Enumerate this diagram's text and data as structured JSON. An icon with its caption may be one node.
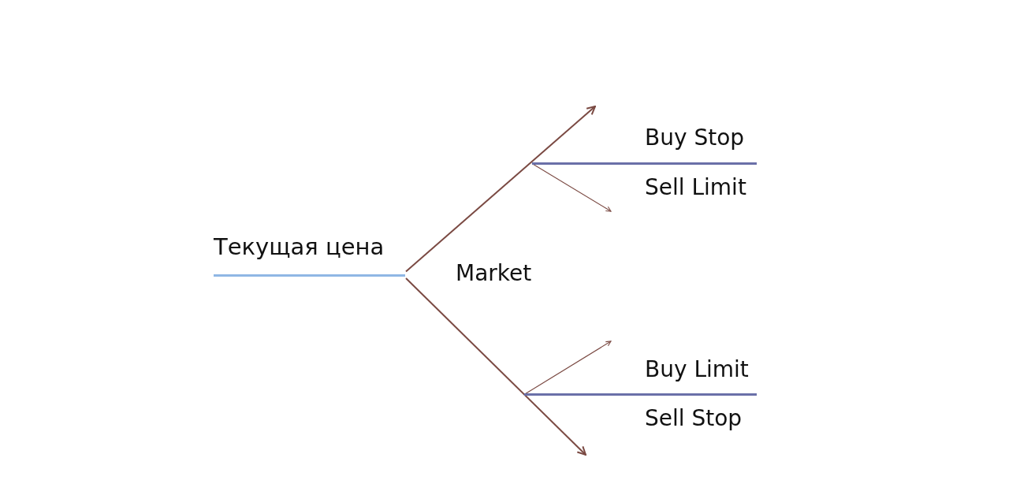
{
  "diagram": {
    "nodes": [
      {
        "text": [
          "Текущая цена"
        ]
      },
      {
        "text": [],
        "shape": "line",
        "beside": [
          "Buy Stop",
          "Sell Limit"
        ]
      },
      {
        "text": [],
        "shape": "line",
        "beside": [
          "Buy Limit",
          "Sell Stop"
        ]
      }
    ],
    "edges": [
      {
        "from": 0,
        "to": null,
        "arrow": "to"
      },
      {
        "from": 0,
        "to": null,
        "arrow": "to"
      },
      {
        "from": 1,
        "to": null,
        "arrow": "to"
      },
      {
        "from": 2,
        "to": null,
        "arrow": "to"
      }
    ],
    "labels": [
      "Market"
    ]
  }
}
